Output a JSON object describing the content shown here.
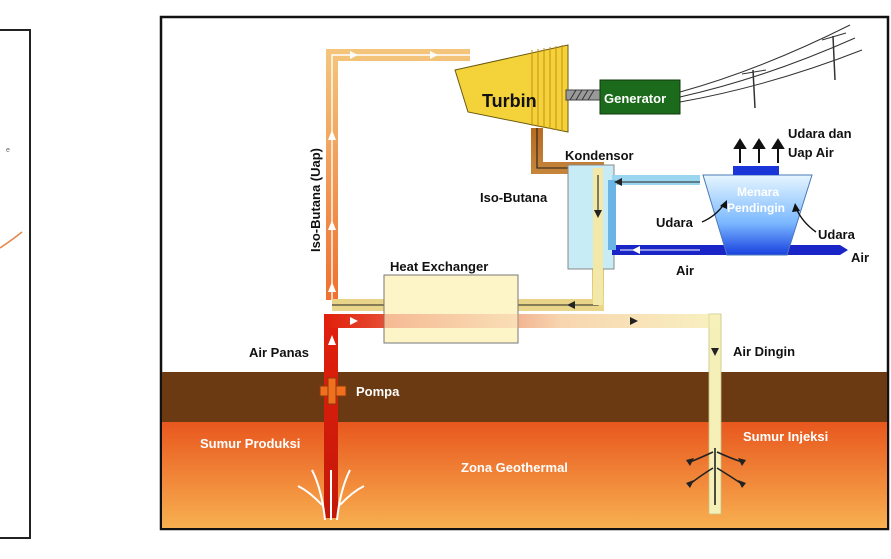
{
  "labels": {
    "turbine": "Turbin",
    "generator": "Generator",
    "condenser": "Kondensor",
    "cooling_tower": "Menara",
    "cooling_tower_2": "Pendingin",
    "air_vapor": "Udara dan",
    "air_vapor_2": "Uap Air",
    "air_left": "Udara",
    "air_right": "Udara",
    "water": "Air",
    "water_tower": "Air",
    "iso_butane": "Iso-Butana",
    "iso_butane_vapor": "Iso-Butana (Uap)",
    "heat_exchanger": "Heat Exchanger",
    "hot_water": "Air Panas",
    "cold_water": "Air Dingin",
    "pump": "Pompa",
    "production_well": "Sumur Produksi",
    "injection_well": "Sumur Injeksi",
    "geothermal_zone": "Zona Geothermal"
  },
  "colors": {
    "soil": "#6b3a12",
    "underground_top": "#e8571e",
    "underground_bottom": "#f8b050",
    "hot_pipe": "#d81e0a",
    "cold_pipe": "#f5f0b8",
    "cooling_water": "#1a25c8",
    "generator": "#1c6b1c",
    "turbine": "#f3d23a",
    "heat_exchanger": "#fdf5c8",
    "condenser": "#c8ecf5"
  }
}
